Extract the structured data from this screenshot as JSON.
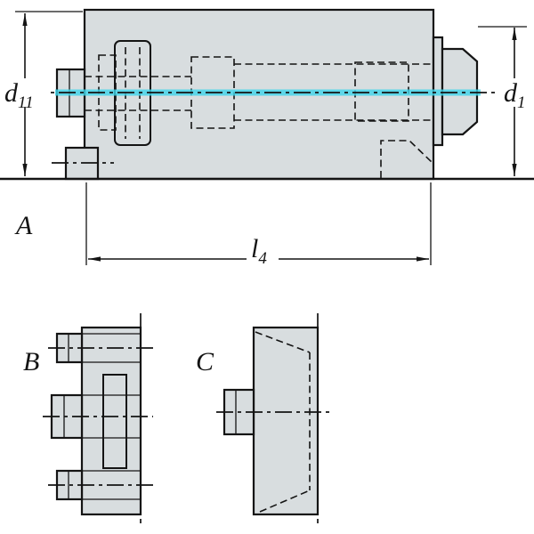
{
  "drawing": {
    "view_labels": {
      "a": "A",
      "b": "B",
      "c": "C"
    },
    "dimensions": {
      "left": {
        "base": "d",
        "sub": "11"
      },
      "right": {
        "base": "d",
        "sub": "1"
      },
      "length": {
        "base": "l",
        "sub": "4"
      }
    }
  },
  "colors": {
    "part-fill": "#d8dddf",
    "line": "#141414",
    "centerline": "#3ed4ea",
    "background": "#ffffff"
  }
}
